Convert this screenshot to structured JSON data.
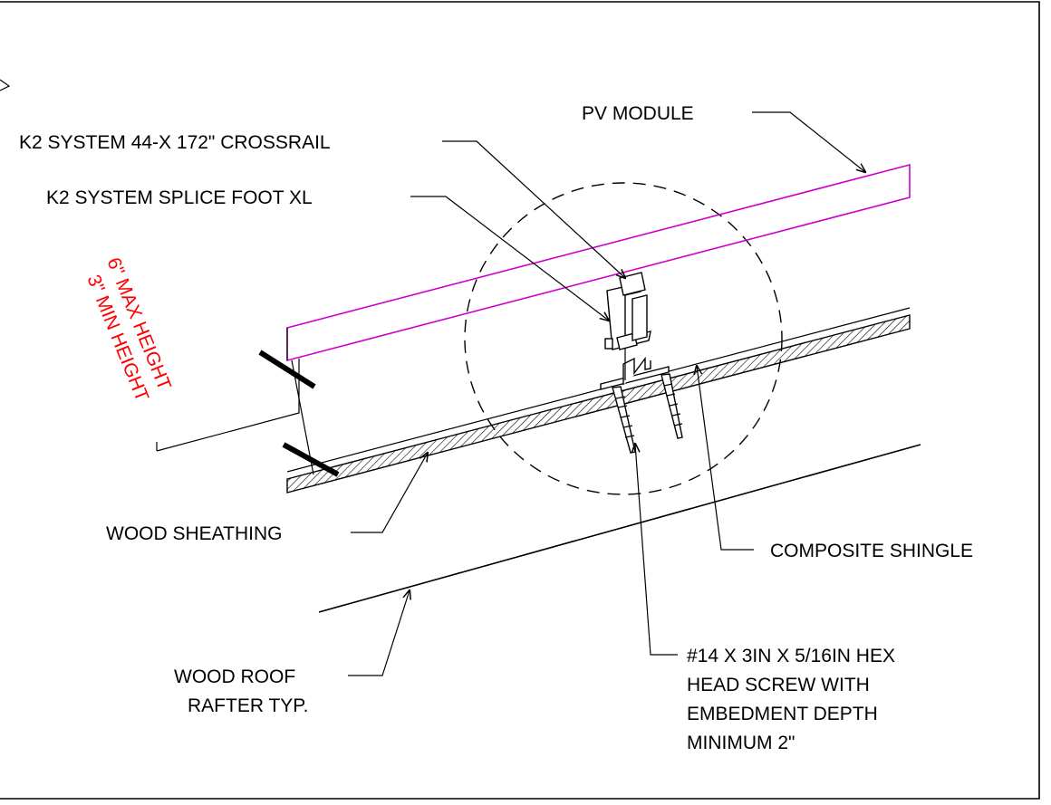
{
  "labels": {
    "pv_module": "PV MODULE",
    "crossrail": "K2 SYSTEM 44-X 172\" CROSSRAIL",
    "splice_foot": "K2 SYSTEM SPLICE FOOT XL",
    "max_height": "6\" MAX HEIGHT",
    "min_height": "3\" MIN HEIGHT",
    "wood_sheathing": "WOOD SHEATHING",
    "composite_shingle": "COMPOSITE SHINGLE",
    "rafter": [
      "WOOD ROOF",
      "RAFTER TYP."
    ],
    "screw": [
      "#14 X 3IN X 5/16IN HEX",
      "HEAD SCREW WITH",
      "EMBEDMENT DEPTH",
      "MINIMUM 2\""
    ]
  },
  "colors": {
    "pv_module": "#cc00cc",
    "height_text": "#ff0000",
    "linework": "#000000"
  }
}
